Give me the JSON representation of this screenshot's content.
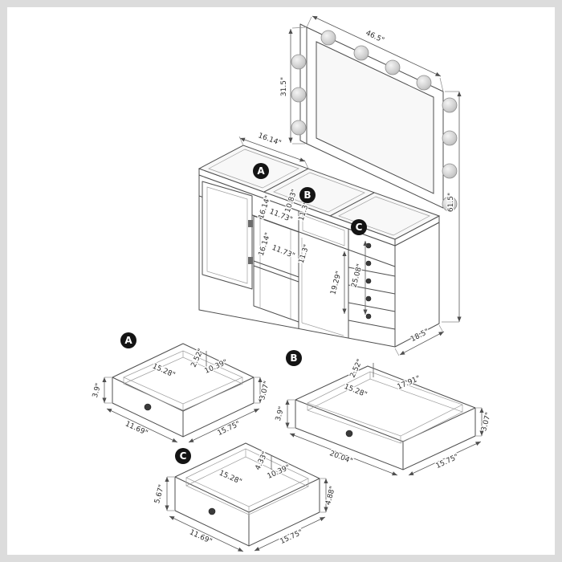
{
  "colors": {
    "line": "#4f4f4f",
    "badge": "#141414",
    "border": "#dcdcdc",
    "bulb": "#cccccc"
  },
  "unit": {
    "badge_a": "A",
    "badge_b": "B",
    "badge_c": "C",
    "mirror_width": "46.5\"",
    "mirror_height": "31.5\"",
    "overall_height": "61.5\"",
    "depth": "18.5\"",
    "tray_width": "16.14\"",
    "upper_cubby_height": "16.14\"",
    "upper_side_height": "10.83\"",
    "upper_cubby_width": "11.73\"",
    "upper_side_width": "11.3\"",
    "lower_cubby_height": "16.14\"",
    "lower_cubby_width": "11.73\"",
    "lower_side_width": "11.3\"",
    "knee_opening_height": "25.08\"",
    "knee_opening_width": "19.29\""
  },
  "drawer_a": {
    "badge": "A",
    "rim": "2.52\"",
    "inner_width": "15.28\"",
    "inner_depth": "10.39\"",
    "inner_height": "3.07\"",
    "outer_height": "3.9\"",
    "outer_depth": "11.69\"",
    "outer_width": "15.75\""
  },
  "drawer_b": {
    "badge": "B",
    "rim": "2.52\"",
    "inner_width": "15.28\"",
    "inner_depth": "17.91\"",
    "inner_height": "3.07\"",
    "outer_height": "3.9\"",
    "outer_width": "20.04\"",
    "outer_depth": "15.75\""
  },
  "drawer_c": {
    "badge": "C",
    "rim": "4.33\"",
    "inner_width": "15.28\"",
    "inner_depth": "10.39\"",
    "inner_height": "4.88\"",
    "outer_height": "5.67\"",
    "outer_depth": "11.69\"",
    "outer_width": "15.75\""
  }
}
